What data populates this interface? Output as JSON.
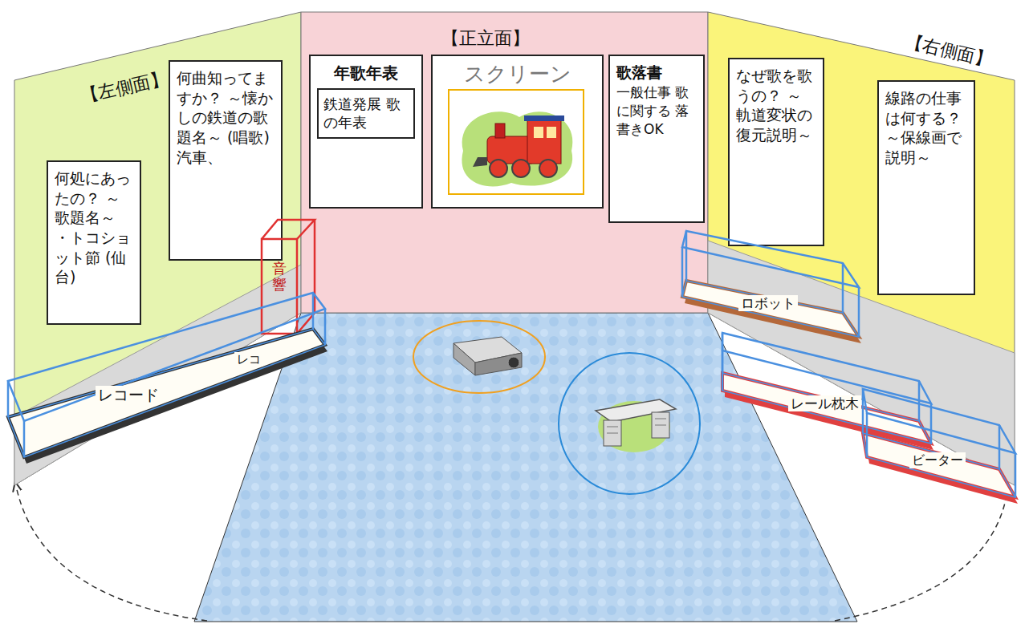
{
  "diagram": {
    "nodes": [
      {
        "text": [
          "【左側面】"
        ]
      },
      {
        "text": [
          "何処にあったの？ ～歌題名～ ・トコショット節 (仙台)"
        ],
        "in": 0
      },
      {
        "text": [
          "何曲知ってますか？ ～懐かしの鉄道の歌題名～ (唱歌) 汽車、"
        ],
        "in": 0
      },
      {
        "text": [
          "【正立面】"
        ]
      },
      {
        "text": [
          "年歌年表",
          "鉄道発展 歌の年表"
        ],
        "in": 3
      },
      {
        "text": [
          "スクリーン"
        ],
        "in": 3
      },
      {
        "text": [
          "歌落書",
          "一般仕事 歌に関する 落書きOK"
        ],
        "in": 3
      },
      {
        "text": [
          "【右側面】"
        ]
      },
      {
        "text": [
          "なぜ歌を歌うの？ ～軌道変状の復元説明～"
        ],
        "in": 7
      },
      {
        "text": [
          "線路の仕事は何する？ ～保線画で説明～"
        ],
        "in": 7
      },
      {
        "text": [
          "音響"
        ]
      },
      {
        "text": [
          "レコード",
          "レコ"
        ]
      },
      {
        "text": [
          "ロボット"
        ]
      },
      {
        "text": [
          "レール枕木"
        ]
      },
      {
        "text": [
          "ビーター"
        ]
      }
    ]
  }
}
